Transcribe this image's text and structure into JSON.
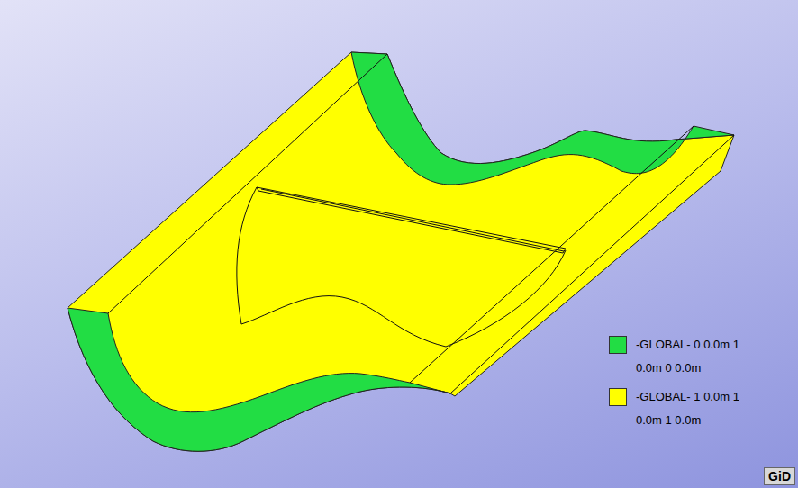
{
  "diagram": {
    "labels": [
      "GiD"
    ],
    "legend": [
      {
        "text": "-GLOBAL- 0 0.0m 1 0.0m 0 0.0m",
        "color": "#22dd44"
      },
      {
        "text": "-GLOBAL- 1 0.0m 1 0.0m 1 0.0m",
        "color": "#ffff00"
      }
    ]
  }
}
